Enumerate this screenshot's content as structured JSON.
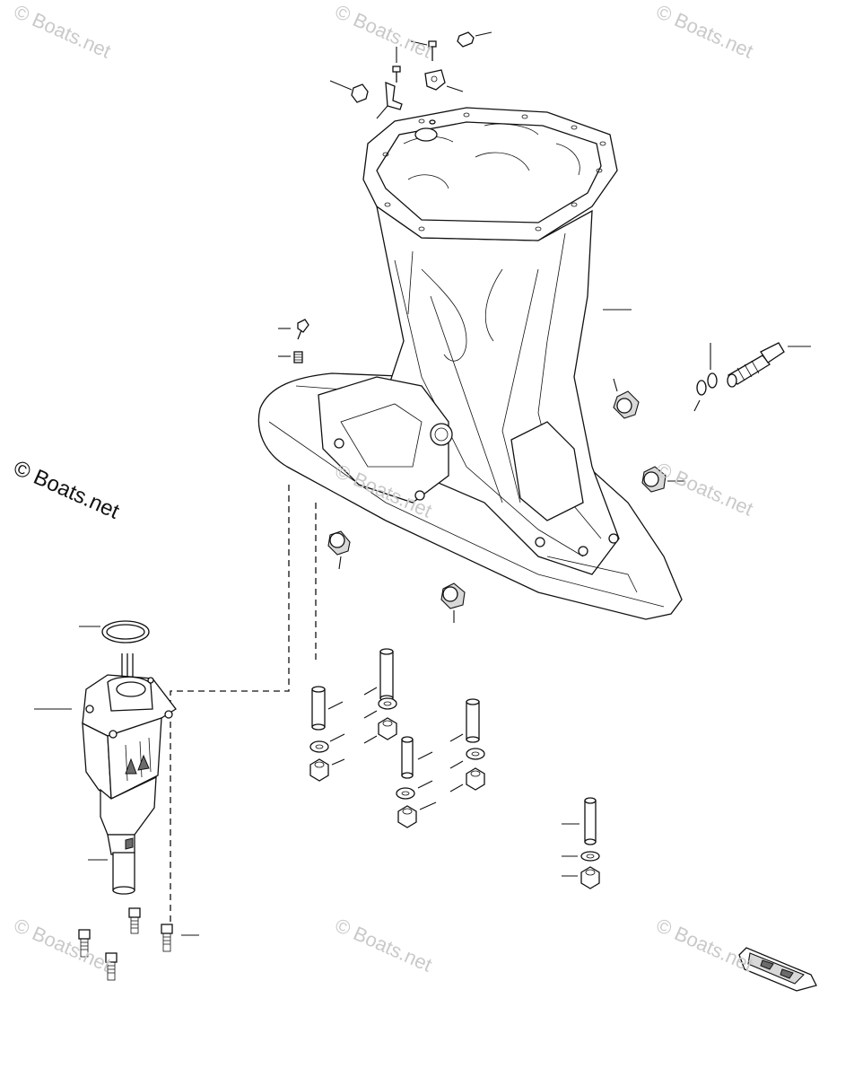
{
  "watermark": {
    "text": "© Boats.net",
    "color_light": "#c9c9c9",
    "color_dark": "#111111"
  },
  "diagram": {
    "parts": [
      "midsection-housing",
      "top-fasteners",
      "shift-actuator",
      "o-ring",
      "water-fitting",
      "rubber-mounts",
      "studs",
      "washers",
      "nuts",
      "screws",
      "anode"
    ]
  }
}
